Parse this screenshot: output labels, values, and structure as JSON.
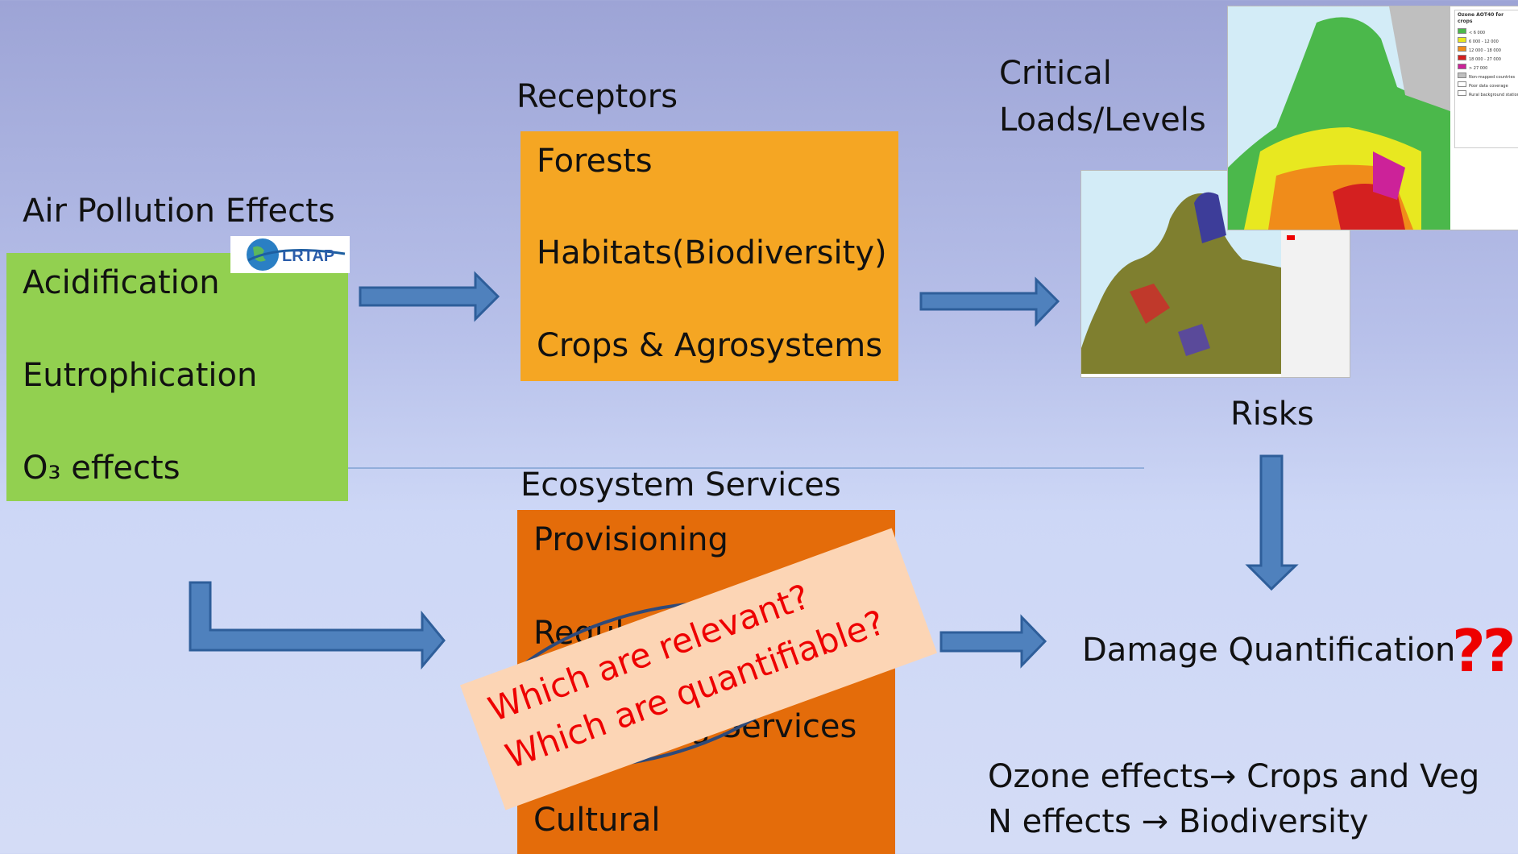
{
  "labels": {
    "air_pollution_effects": "Air Pollution Effects",
    "receptors": "Receptors",
    "critical_line1": "Critical",
    "critical_line2": "Loads/Levels",
    "risks": "Risks",
    "ecosystem_services": "Ecosystem Services",
    "damage_quantification": "Damage Quantification",
    "question_marks": "??",
    "ozone_effects": "Ozone effects→ Crops and Veg",
    "n_effects": "N effects → Biodiversity"
  },
  "air_pollution_items": [
    "Acidification",
    "Eutrophication",
    "O₃ effects"
  ],
  "receptor_items": [
    "Forests",
    "Habitats(Biodiversity)",
    "Crops & Agrosystems"
  ],
  "ecosystem_items": [
    "Provisioning",
    "Regulating",
    "Supporting Services",
    "Cultural"
  ],
  "note": {
    "line1": "Which are relevant?",
    "line2": "Which are quantifiable?"
  },
  "logo_text": "LRTAP",
  "map_legend": {
    "title": "Ozone AOT40 for crops",
    "items": [
      "< 6 000",
      "6 000 - 12 000",
      "12 000 - 18 000",
      "18 000 - 27 000",
      "> 27 000",
      "Non-mapped countries",
      "Poor data coverage",
      "Rural background station"
    ]
  },
  "colors": {
    "green_box": "#92d050",
    "receptors_box": "#f5a623",
    "services_box": "#e46c0a",
    "arrow": "#4f81bd",
    "note_bg": "#fcd5b5",
    "note_text": "#e00000"
  }
}
